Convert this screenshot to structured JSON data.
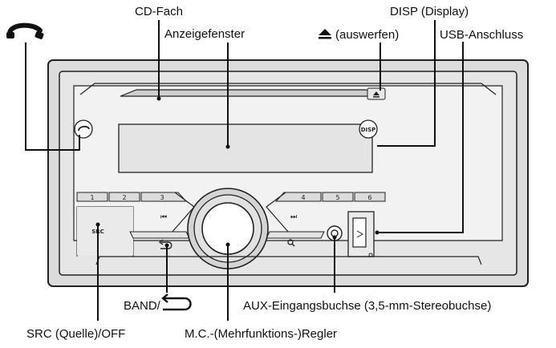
{
  "labels": {
    "cd_slot": "CD-Fach",
    "display_window": "Anzeigefenster",
    "disp": "DISP (Display)",
    "eject": "(auswerfen)",
    "usb": "USB-Anschluss",
    "band": "BAND/",
    "aux": "AUX-Eingangsbuchse (3,5-mm-Stereobuchse)",
    "src": "SRC (Quelle)/OFF",
    "mc": "M.C.-(Mehrfunktions-)Regler"
  },
  "panel": {
    "preset_buttons": [
      "1",
      "2",
      "3",
      "4",
      "5",
      "6"
    ],
    "src_button": "SRC",
    "disp_button": "DISP"
  },
  "icons": {
    "phone": "phone-handset-icon",
    "eject": "eject-icon",
    "band_back": "return-arrow-icon",
    "prev": "previous-track-icon",
    "next": "next-track-icon",
    "search": "search-icon",
    "usb_symbol": "usb-symbol-icon"
  }
}
